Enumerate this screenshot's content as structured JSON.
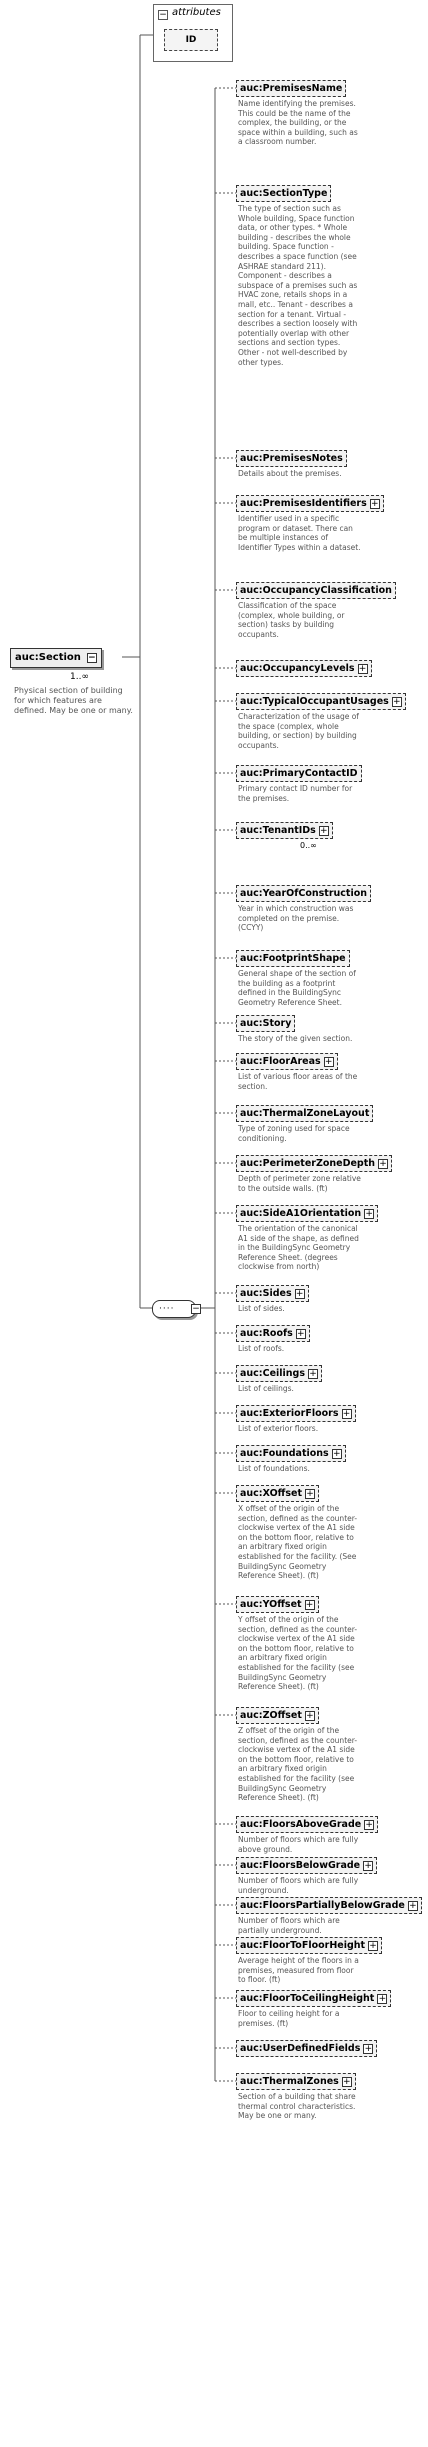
{
  "attributes": {
    "title": "attributes",
    "items": [
      "ID"
    ]
  },
  "section": {
    "name": "auc:Section",
    "occurrence": "1..∞",
    "description": "Physical section of building for which features are defined. May be one or many."
  },
  "sequence_symbol": "····",
  "elements": [
    {
      "name": "auc:PremisesName",
      "expand": false,
      "desc": "Name identifying the premises. This could be the name of the complex, the building, or the space within a building, such as a classroom number."
    },
    {
      "name": "auc:SectionType",
      "expand": false,
      "desc": "The type of section such as Whole building, Space function data, or other types. * Whole building - describes the whole building. Space function - describes a space function (see ASHRAE standard 211). Component - describes a subspace of a premises such as HVAC zone, retails shops in a mall, etc.. Tenant - describes a section for a tenant. Virtual - describes a section loosely with potentially overlap with other sections and section types. Other - not well-described by other types."
    },
    {
      "name": "auc:PremisesNotes",
      "expand": false,
      "desc": "Details about the premises."
    },
    {
      "name": "auc:PremisesIdentifiers",
      "expand": true,
      "desc": "Identifier used in a specific program or dataset. There can be multiple instances of Identifier Types within a dataset."
    },
    {
      "name": "auc:OccupancyClassification",
      "expand": false,
      "desc": "Classification of the space (complex, whole building, or section) tasks by building occupants."
    },
    {
      "name": "auc:OccupancyLevels",
      "expand": true,
      "desc": ""
    },
    {
      "name": "auc:TypicalOccupantUsages",
      "expand": true,
      "desc": "Characterization of the usage of the space (complex, whole building, or section) by building occupants."
    },
    {
      "name": "auc:PrimaryContactID",
      "expand": false,
      "desc": "Primary contact ID number for the premises."
    },
    {
      "name": "auc:TenantIDs",
      "expand": true,
      "desc": "",
      "occurrence": "0..∞"
    },
    {
      "name": "auc:YearOfConstruction",
      "expand": false,
      "desc": "Year in which construction was completed on the premise. (CCYY)"
    },
    {
      "name": "auc:FootprintShape",
      "expand": false,
      "desc": "General shape of the section of the building as a footprint defined in the BuildingSync Geometry Reference Sheet."
    },
    {
      "name": "auc:Story",
      "expand": false,
      "desc": "The story of the given section."
    },
    {
      "name": "auc:FloorAreas",
      "expand": true,
      "desc": "List of various floor areas of the section."
    },
    {
      "name": "auc:ThermalZoneLayout",
      "expand": false,
      "desc": "Type of zoning used for space conditioning."
    },
    {
      "name": "auc:PerimeterZoneDepth",
      "expand": true,
      "desc": "Depth of perimeter zone relative to the outside walls. (ft)"
    },
    {
      "name": "auc:SideA1Orientation",
      "expand": true,
      "desc": "The orientation of the canonical A1 side of the shape, as defined in the BuildingSync Geometry Reference Sheet. (degrees clockwise from north)"
    },
    {
      "name": "auc:Sides",
      "expand": true,
      "desc": "List of sides."
    },
    {
      "name": "auc:Roofs",
      "expand": true,
      "desc": "List of roofs."
    },
    {
      "name": "auc:Ceilings",
      "expand": true,
      "desc": "List of ceilings."
    },
    {
      "name": "auc:ExteriorFloors",
      "expand": true,
      "desc": "List of exterior floors."
    },
    {
      "name": "auc:Foundations",
      "expand": true,
      "desc": "List of foundations."
    },
    {
      "name": "auc:XOffset",
      "expand": true,
      "desc": "X offset of the origin of the section, defined as the counter-clockwise vertex of the A1 side on the bottom floor, relative to an arbitrary fixed origin established for the facility. (See BuildingSync Geometry Reference Sheet). (ft)"
    },
    {
      "name": "auc:YOffset",
      "expand": true,
      "desc": "Y offset of the origin of the section, defined as the counter-clockwise vertex of the A1 side on the bottom floor, relative to an arbitrary fixed origin established for the facility (see BuildingSync Geometry Reference Sheet). (ft)"
    },
    {
      "name": "auc:ZOffset",
      "expand": true,
      "desc": "Z offset of the origin of the section, defined as the counter-clockwise vertex of the A1 side on the bottom floor, relative to an arbitrary fixed origin established for the facility (see BuildingSync Geometry Reference Sheet). (ft)"
    },
    {
      "name": "auc:FloorsAboveGrade",
      "expand": true,
      "desc": "Number of floors which are fully above ground."
    },
    {
      "name": "auc:FloorsBelowGrade",
      "expand": true,
      "desc": "Number of floors which are fully underground."
    },
    {
      "name": "auc:FloorsPartiallyBelowGrade",
      "expand": true,
      "desc": "Number of floors which are partially underground."
    },
    {
      "name": "auc:FloorToFloorHeight",
      "expand": true,
      "desc": "Average height of the floors in a premises, measured from floor to floor. (ft)"
    },
    {
      "name": "auc:FloorToCeilingHeight",
      "expand": true,
      "desc": "Floor to ceiling height for a premises. (ft)"
    },
    {
      "name": "auc:UserDefinedFields",
      "expand": true,
      "desc": ""
    },
    {
      "name": "auc:ThermalZones",
      "expand": true,
      "desc": "Section of a building that share thermal control characteristics. May be one or many."
    }
  ]
}
